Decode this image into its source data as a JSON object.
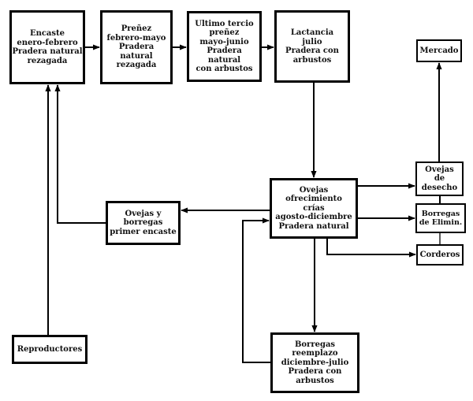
{
  "diagram": {
    "type": "flowchart",
    "language": "es",
    "colors": {
      "background": "#ffffff",
      "line": "#000000",
      "box_border": "#000000",
      "text": "#111111"
    },
    "nodes": {
      "encaste": {
        "label": "Encaste\nenero-febrero\nPradera natural\nrezagada"
      },
      "prenez": {
        "label": "Preñez\nfebrero-mayo\nPradera natural\nrezagada"
      },
      "ultimo_tercio": {
        "label": "Ultimo tercio\npreñez\nmayo-junio\nPradera natural\ncon arbustos"
      },
      "lactancia": {
        "label": "Lactancia\njulio\nPradera con\narbustos"
      },
      "mercado": {
        "label": "Mercado"
      },
      "ovejas_desecho": {
        "label": "Ovejas\nde\ndesecho"
      },
      "borregas_elimin": {
        "label": "Borregas\nde Elimin."
      },
      "corderos": {
        "label": "Corderos"
      },
      "ovejas_ofrecimiento": {
        "label": "Ovejas\nofrecimiento\ncrías\nagosto-diciembre\nPradera natural"
      },
      "primer_encaste": {
        "label": "Ovejas y\nborregas\nprimer encaste"
      },
      "reproductores": {
        "label": "Reproductores"
      },
      "borregas_reemplazo": {
        "label": "Borregas\nreemplazo\ndiciembre-julio\nPradera con\narbustos"
      }
    },
    "edges": [
      {
        "from": "encaste",
        "to": "prenez",
        "arrow": true
      },
      {
        "from": "prenez",
        "to": "ultimo_tercio",
        "arrow": true
      },
      {
        "from": "ultimo_tercio",
        "to": "lactancia",
        "arrow": true
      },
      {
        "from": "lactancia",
        "to": "ovejas_ofrecimiento",
        "arrow": true
      },
      {
        "from": "ovejas_ofrecimiento",
        "to": "ovejas_desecho",
        "arrow": true
      },
      {
        "from": "ovejas_ofrecimiento",
        "to": "borregas_elimin",
        "arrow": true
      },
      {
        "from": "ovejas_ofrecimiento",
        "to": "corderos",
        "arrow": true
      },
      {
        "from": "ovejas_ofrecimiento",
        "to": "borregas_reemplazo",
        "arrow": true
      },
      {
        "from": "ovejas_ofrecimiento",
        "to": "primer_encaste",
        "arrow": true
      },
      {
        "from": "borregas_reemplazo",
        "to": "ovejas_ofrecimiento",
        "arrow": true
      },
      {
        "from": "primer_encaste",
        "to": "encaste",
        "arrow": true
      },
      {
        "from": "reproductores",
        "to": "encaste",
        "arrow": true
      },
      {
        "from": "ovejas_desecho",
        "to": "mercado",
        "arrow": true
      },
      {
        "from": "ovejas_desecho",
        "to": "borregas_elimin",
        "arrow": false
      },
      {
        "from": "borregas_elimin",
        "to": "corderos",
        "arrow": false
      }
    ]
  }
}
